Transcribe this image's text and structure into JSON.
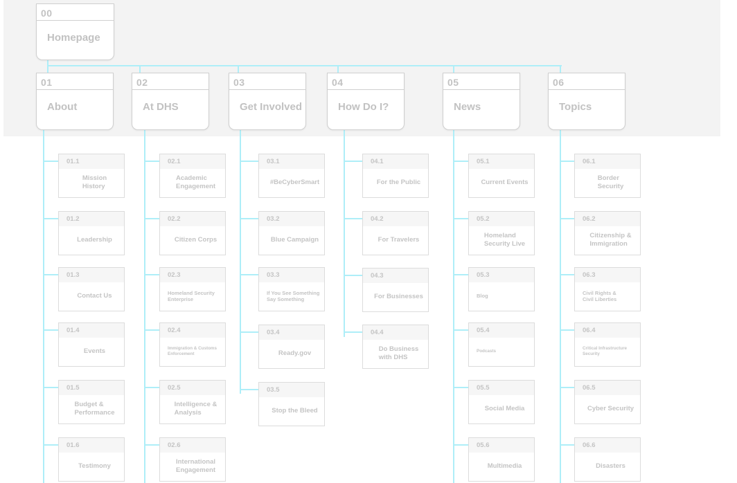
{
  "root": {
    "num": "00",
    "label": "Homepage"
  },
  "sections": [
    {
      "num": "01",
      "label": "About",
      "items": [
        {
          "num": "01.1",
          "label": "Mission\nHistory"
        },
        {
          "num": "01.2",
          "label": "Leadership"
        },
        {
          "num": "01.3",
          "label": "Contact Us"
        },
        {
          "num": "01.4",
          "label": "Events"
        },
        {
          "num": "01.5",
          "label": "Budget &\nPerformance"
        },
        {
          "num": "01.6",
          "label": "Testimony"
        }
      ]
    },
    {
      "num": "02",
      "label": "At DHS",
      "items": [
        {
          "num": "02.1",
          "label": "Academic\nEngagement"
        },
        {
          "num": "02.2",
          "label": "Citizen Corps"
        },
        {
          "num": "02.3",
          "label": "Homeland Security\nEnterprise"
        },
        {
          "num": "02.4",
          "label": "Immigration & Customs\nEnforcement"
        },
        {
          "num": "02.5",
          "label": "Intelligence &\nAnalysis"
        },
        {
          "num": "02.6",
          "label": "International\nEngagement"
        }
      ]
    },
    {
      "num": "03",
      "label": "Get Involved",
      "items": [
        {
          "num": "03.1",
          "label": "#BeCyberSmart"
        },
        {
          "num": "03.2",
          "label": "Blue Campaign"
        },
        {
          "num": "03.3",
          "label": "If You See Something\nSay Something"
        },
        {
          "num": "03.4",
          "label": "Ready.gov"
        },
        {
          "num": "03.5",
          "label": "Stop the Bleed"
        }
      ]
    },
    {
      "num": "04",
      "label": "How Do I?",
      "items": [
        {
          "num": "04.1",
          "label": "For the Public"
        },
        {
          "num": "04.2",
          "label": "For Travelers"
        },
        {
          "num": "04.3",
          "label": "For Businesses"
        },
        {
          "num": "04.4",
          "label": "Do Business\nwith DHS"
        }
      ]
    },
    {
      "num": "05",
      "label": "News",
      "items": [
        {
          "num": "05.1",
          "label": "Current Events"
        },
        {
          "num": "05.2",
          "label": "Homeland\nSecurity Live"
        },
        {
          "num": "05.3",
          "label": "Blog"
        },
        {
          "num": "05.4",
          "label": "Podcasts"
        },
        {
          "num": "05.5",
          "label": "Social Media"
        },
        {
          "num": "05.6",
          "label": "Multimedia"
        }
      ]
    },
    {
      "num": "06",
      "label": "Topics",
      "items": [
        {
          "num": "06.1",
          "label": "Border\nSecurity"
        },
        {
          "num": "06.2",
          "label": "Citizenship &\nImmigration"
        },
        {
          "num": "06.3",
          "label": "Civil Rights &\nCivil Liberties"
        },
        {
          "num": "06.4",
          "label": "Critical Infrastructure\nSecurity"
        },
        {
          "num": "06.5",
          "label": "Cyber Security"
        },
        {
          "num": "06.6",
          "label": "Disasters"
        }
      ]
    }
  ],
  "colors": {
    "connector": "#aeeef8",
    "text": "#c2c2c2",
    "border": "#cfcfcf",
    "band": "#f3f3f3"
  }
}
